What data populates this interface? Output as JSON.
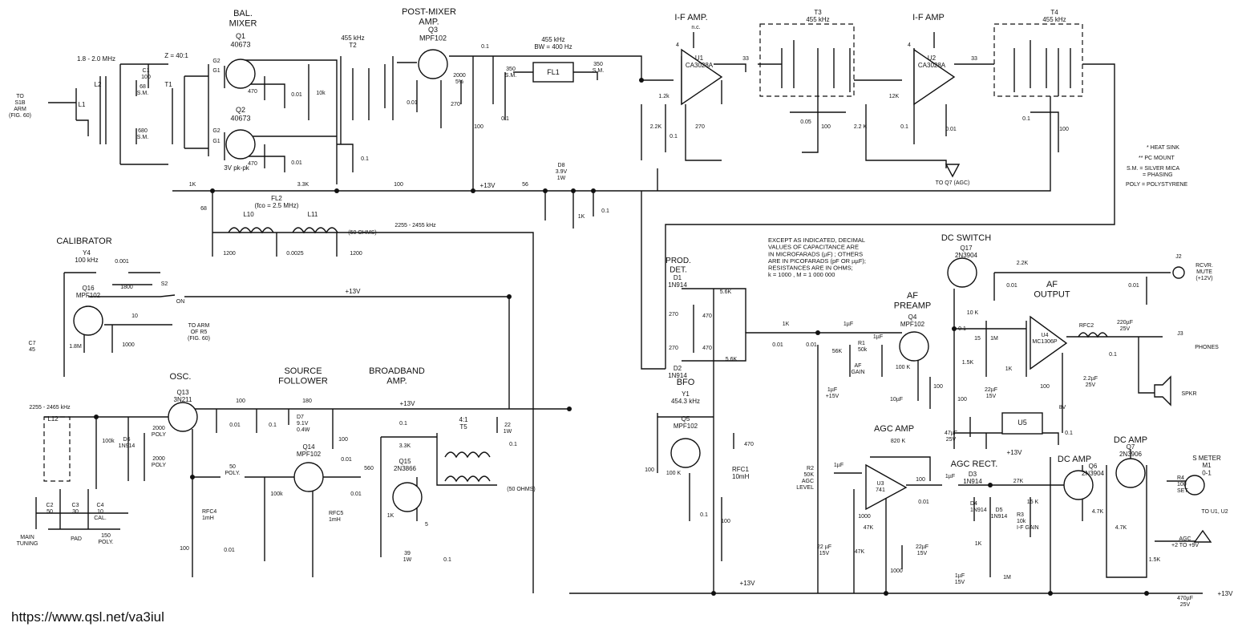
{
  "blocks": {
    "bal_mixer": "BAL.\nMIXER",
    "post_mixer": "POST-MIXER\nAMP.",
    "if_amp_1": "I-F AMP.",
    "if_amp_2": "I-F AMP",
    "calibrator": "CALIBRATOR",
    "osc": "OSC.",
    "source_follower": "SOURCE\nFOLLOWER",
    "broadband_amp": "BROADBAND\nAMP.",
    "prod_det": "PROD.\nDET.",
    "bfo": "BFO",
    "dc_switch": "DC SWITCH",
    "af_preamp": "AF\nPREAMP",
    "af_output": "AF\nOUTPUT",
    "agc_amp": "AGC AMP",
    "agc_rect": "AGC RECT.",
    "dc_amp_1": "DC AMP",
    "dc_amp_2": "DC AMP"
  },
  "devices": {
    "q1": "Q1\n40673",
    "q2": "Q2\n40673",
    "q3": "Q3\nMPF102",
    "u1": "U1\nCA3028A",
    "u2": "U2\nCA3028A",
    "t2": "455 kHz\nT2",
    "t3": "T3\n455 kHz",
    "t4": "T4\n455 kHz",
    "fl1": "FL1",
    "fl1_spec": "455 kHz\nBW = 400 Hz",
    "fl2": "FL2\n(fco = 2.5 MHz)",
    "l10": "L10",
    "l11": "L11",
    "y4": "Y4\n100 kHz",
    "q16": "Q16\nMPF102",
    "q13": "Q13\n3N211",
    "q14": "Q14\nMPF102",
    "q15": "Q15\n2N3866",
    "t5": "4:1\nT5",
    "l12": "L12",
    "d1d2": "D1\n1N914",
    "d2": "D2\n1N914",
    "y1": "Y1\n454.3 kHz",
    "q5": "Q5\nMPF102",
    "rfc1": "RFC1\n10mH",
    "q17": "Q17\n2N3904",
    "q4": "Q4\nMPF102",
    "u4": "U4\nMC1306P",
    "u5": "U5",
    "u3": "U3\n741",
    "d3": "D3\n1N914",
    "d4": "D4\n1N914",
    "d5": "D5\n1N914",
    "q6": "Q6\n2N3904",
    "q7": "Q7\n2N3906",
    "m1": "S METER\nM1\n0-1",
    "d6": "D6\n1N914",
    "d7": "D7\n9.1V\n0.4W",
    "d8": "D8\n3.9V\n1W",
    "rfc4": "RFC4\n1mH",
    "rfc5": "RFC5\n1mH",
    "rfc2": "RFC2",
    "r1": "R1\n50k",
    "r2": "R2\n50K\nAGC\nLEVEL",
    "r3": "R3\n10k\nI-F GAIN",
    "r4": "R4\n100\nSET"
  },
  "labels": {
    "band": "1.8 - 2.0 MHz",
    "ratio": "Z = 40:1",
    "to_s1b": "TO\nS1B\nARM\n(FIG. 60)",
    "c1": "C1\n100",
    "sm68": "68\nS.M.",
    "sm680": "680\nS.M.",
    "vpkpk": "3V pk-pk",
    "l1": "L1",
    "l2": "L2",
    "t1": "T1",
    "g2a": "G2",
    "g1a": "G1",
    "g2b": "G2",
    "g1b": "G1",
    "r470a": "470",
    "c001a": "0.01",
    "r10k": "10k",
    "r470b": "470",
    "c001b": "0.01",
    "c01t2": "0.1",
    "c01fl": "0.1",
    "c2000": "2000\n5%",
    "c350a": "350\nS.M.",
    "c350b": "350\nS.M.",
    "c001q3": "0.01",
    "r270q3": "270",
    "r100q3": "100",
    "c01q3": "0.1",
    "r33a": "33",
    "r33b": "33",
    "r12ka": "1.2k",
    "r22ka": "2.2K",
    "c01u1": "0.1",
    "r270u1": "270",
    "c005": "0.05",
    "r100t3": "100",
    "r12kb": "12K",
    "r22kb": "2.2 K",
    "c01u2": "0.1",
    "c001u2": "0.01",
    "c01t4": "0.1",
    "r100t4": "100",
    "nc": "n.c.",
    "r1k": "1K",
    "r33k": "3.3K",
    "r100b": "100",
    "plus13a": "+13V",
    "r56": "56",
    "c01d8": "0.1",
    "r1kd8": "1K",
    "to_q7": "TO Q7 (AGC)",
    "c68": "68",
    "c1200a": "1200",
    "c00025": "0.0025",
    "c1200b": "1200",
    "ohms50a": "(50 OHMS)",
    "freq_lo": "2255 - 2455 kHz",
    "legend_heat": "*  HEAT SINK",
    "legend_pc": "**  PC MOUNT",
    "legend_sm": "S.M. = SILVER MICA",
    "legend_phase": "= PHASING",
    "legend_poly": "POLY = POLYSTYRENE",
    "note": "EXCEPT AS INDICATED, DECIMAL\nVALUES OF CAPACITANCE ARE\nIN MICROFARADS (µF) ; OTHERS\nARE IN PICOFARADS (pF OR µµF);\nRESISTANCES ARE IN OHMS;\nk = 1000 , M = 1 000 000",
    "c0001": "0.001",
    "r1800": "1800",
    "s2": "S2",
    "on": "ON",
    "plus13b": "+13V",
    "c7": "C7\n45",
    "r18m": "1.8M",
    "c10": "10",
    "r1000cal": "1000",
    "to_arm_r5": "TO ARM\nOF R5\n(FIG. 60)",
    "freq_osc": "2255 - 2465 kHz",
    "r100k_osc": "100k",
    "c2000poly_a": "2000\nPOLY",
    "c2000poly_b": "2000\nPOLY",
    "r100_q13": "100",
    "c001_q13": "0.01",
    "c01_q13": "0.1",
    "r180": "180",
    "r100_q14": "100",
    "c50poly": "50\nPOLY.",
    "r100k_q14": "100k",
    "c001_q14a": "0.01",
    "c001_q14b": "0.01",
    "r100_rfc4": "100",
    "c001_rfc4": "0.01",
    "plus13c": "+13V",
    "c01_q15": "0.1",
    "r33k_q15": "3.3K",
    "r560": "560",
    "r1k_q15": "1K",
    "r5": "5",
    "r39": "39\n1W",
    "c01_q15b": "0.1",
    "r22": "22\n1W",
    "c01_t5": "0.1",
    "ohms50b": "(50 OHMS)",
    "c2": "C2\n50",
    "c3": "C3\n30",
    "c4": "C4\n10\nCAL.",
    "c150poly": "150\nPOLY.",
    "main_tuning": "MAIN\nTUNING",
    "pad": "PAD",
    "r270a": "270",
    "r270b": "270",
    "c470a": "470",
    "c470b": "470",
    "r56ka": "5.6K",
    "r56kb": "5.6K",
    "c470bfo": "470",
    "c100bfo": "100",
    "r100kbfo": "100 K",
    "c01bfo": "0.1",
    "r100bfo": "100",
    "c1uf15": "1µF\n+15V",
    "r1k_det": "1K",
    "c001_det_a": "0.01",
    "c001_det_b": "0.01",
    "r56k_q4": "56K",
    "c1uf_a": "1µF",
    "c1uf_b": "1µF",
    "af_gain": "AF\nGAIN",
    "r100k_q4": "100 K",
    "c10uf": "10µF",
    "r100_q4": "100",
    "c22uf15": "22µF\n15V",
    "r15k": "1.5K",
    "r100_af": "100",
    "c47uf25": "47µF\n25V",
    "plus13d": "+13V",
    "r10k_u4": "10 K",
    "c01_u4": "0.1",
    "c15": "15",
    "r1m_u4": "1M",
    "r1k_u4": "1K",
    "c100_u4": "100",
    "c22uf25": "2.2µF\n25V",
    "v8": "8V",
    "c01_out": "0.1",
    "c01_rfc2": "0.1",
    "c220uf": "220µF\n25V",
    "r22k_q17": "2.2K",
    "c001_q17a": "0.01",
    "c001_q17b": "0.01",
    "j2": "J2",
    "rcvr_mute": "RCVR.\nMUTE\n(+12V)",
    "j3": "J3",
    "phones": "PHONES",
    "spkr": "SPKR",
    "r820k": "820 K",
    "c1uf_agc": "1µF",
    "r100_u3": "100",
    "c001_u3": "0.01",
    "r1000_u3a": "1000",
    "r47k_a": "47K",
    "r47k_b": "47K",
    "r1000_u3b": "1000",
    "c22uf_a": "22 µF\n15V",
    "c22uf_b": "22µF\n15V",
    "c1uf_rect": "1µF",
    "r27k": "27K",
    "r15k_rect": "15 K",
    "r1k_rect": "1K",
    "r1m_rect": "1M",
    "c1uf15_rect": "1µF\n15V",
    "r47k_q6": "4.7K",
    "r47k_q7": "4.7K",
    "r15k_q7": "1.5K",
    "to_u1u2": "TO U1, U2",
    "agc_range": "AGC\n+2 TO +9V",
    "plus13e": "+13V",
    "plus13f": "+13V",
    "c470uf": "470µF\n25V",
    "pin_u1": "4",
    "pin_u2": "4"
  },
  "footer": {
    "url": "https://www.qsl.net/va3iul"
  }
}
